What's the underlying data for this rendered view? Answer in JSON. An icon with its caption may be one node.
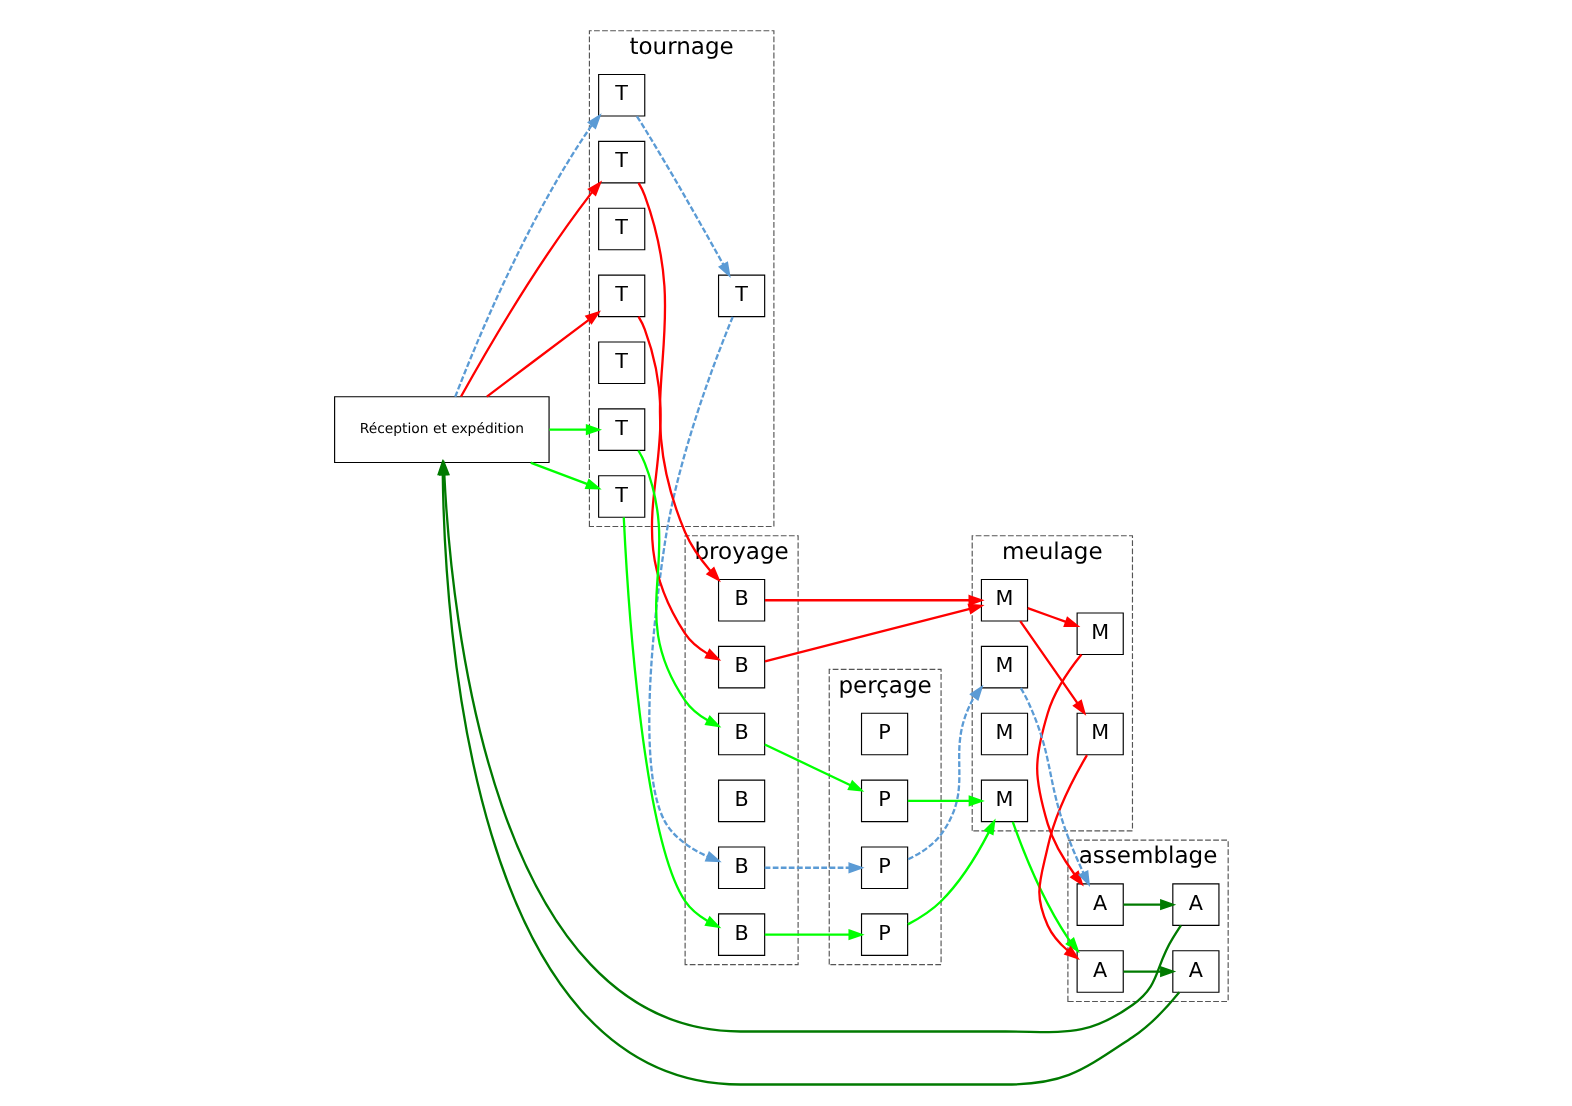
{
  "diagram": {
    "nodes": [
      {
        "text": [
          "tournage"
        ]
      },
      {
        "text": [
          "T"
        ],
        "in": 0
      },
      {
        "text": [
          "T"
        ],
        "in": 0
      },
      {
        "text": [
          "T"
        ],
        "in": 0
      },
      {
        "text": [
          "T"
        ],
        "in": 0
      },
      {
        "text": [
          "T"
        ],
        "in": 0
      },
      {
        "text": [
          "T"
        ],
        "in": 0
      },
      {
        "text": [
          "T"
        ],
        "in": 0
      },
      {
        "text": [
          "T"
        ],
        "in": 0
      },
      {
        "text": [
          "broyage"
        ]
      },
      {
        "text": [
          "B"
        ],
        "in": 9
      },
      {
        "text": [
          "B"
        ],
        "in": 9
      },
      {
        "text": [
          "B"
        ],
        "in": 9
      },
      {
        "text": [
          "B"
        ],
        "in": 9
      },
      {
        "text": [
          "B"
        ],
        "in": 9
      },
      {
        "text": [
          "B"
        ],
        "in": 9
      },
      {
        "text": [
          "perçage"
        ]
      },
      {
        "text": [
          "P"
        ],
        "in": 16
      },
      {
        "text": [
          "P"
        ],
        "in": 16
      },
      {
        "text": [
          "P"
        ],
        "in": 16
      },
      {
        "text": [
          "P"
        ],
        "in": 16
      },
      {
        "text": [
          "meulage"
        ]
      },
      {
        "text": [
          "M"
        ],
        "in": 21
      },
      {
        "text": [
          "M"
        ],
        "in": 21
      },
      {
        "text": [
          "M"
        ],
        "in": 21
      },
      {
        "text": [
          "M"
        ],
        "in": 21
      },
      {
        "text": [
          "M"
        ],
        "in": 21
      },
      {
        "text": [
          "M"
        ],
        "in": 21
      },
      {
        "text": [
          "assemblage"
        ]
      },
      {
        "text": [
          "A"
        ],
        "in": 28
      },
      {
        "text": [
          "A"
        ],
        "in": 28
      },
      {
        "text": [
          "A"
        ],
        "in": 28
      },
      {
        "text": [
          "A"
        ],
        "in": 28
      },
      {
        "text": [
          "Réception et expédition"
        ]
      }
    ],
    "edges": [
      {
        "from": 33,
        "to": 3,
        "arrow": "to",
        "style": "dashed",
        "color": "#5b9bd5"
      },
      {
        "from": 3,
        "to": 1,
        "arrow": "to",
        "style": "dashed",
        "color": "#5b9bd5"
      },
      {
        "from": 1,
        "to": 10,
        "arrow": "to",
        "style": "dashed",
        "color": "#5b9bd5"
      },
      {
        "from": 10,
        "to": 18,
        "arrow": "to",
        "style": "dashed",
        "color": "#5b9bd5"
      },
      {
        "from": 18,
        "to": 27,
        "arrow": "to",
        "style": "dashed",
        "color": "#5b9bd5"
      },
      {
        "from": 27,
        "to": 32,
        "arrow": "to",
        "style": "dashed",
        "color": "#5b9bd5"
      },
      {
        "from": 33,
        "to": 2,
        "arrow": "to",
        "color": "#ff0000"
      },
      {
        "from": 33,
        "to": 5,
        "arrow": "to",
        "color": "#ff0000"
      },
      {
        "from": 2,
        "to": 11,
        "arrow": "to",
        "color": "#ff0000"
      },
      {
        "from": 11,
        "to": 23,
        "arrow": "to",
        "color": "#ff0000"
      },
      {
        "from": 5,
        "to": 12,
        "arrow": "to",
        "color": "#ff0000"
      },
      {
        "from": 12,
        "to": 23,
        "arrow": "to",
        "color": "#ff0000"
      },
      {
        "from": 23,
        "to": 24,
        "arrow": "to",
        "color": "#ff0000"
      },
      {
        "from": 23,
        "to": 25,
        "arrow": "to",
        "color": "#ff0000"
      },
      {
        "from": 24,
        "to": 30,
        "arrow": "to",
        "color": "#ff0000"
      },
      {
        "from": 25,
        "to": 32,
        "arrow": "to",
        "color": "#ff0000"
      },
      {
        "from": 33,
        "to": 7,
        "arrow": "to",
        "color": "#00ff00"
      },
      {
        "from": 33,
        "to": 8,
        "arrow": "to",
        "color": "#00ff00"
      },
      {
        "from": 8,
        "to": 14,
        "arrow": "to",
        "color": "#00ff00"
      },
      {
        "from": 7,
        "to": 15,
        "arrow": "to",
        "color": "#00ff00"
      },
      {
        "from": 14,
        "to": 20,
        "arrow": "to",
        "color": "#00ff00"
      },
      {
        "from": 15,
        "to": 19,
        "arrow": "to",
        "color": "#00ff00"
      },
      {
        "from": 19,
        "to": 22,
        "arrow": "to",
        "color": "#00ff00"
      },
      {
        "from": 20,
        "to": 22,
        "arrow": "to",
        "color": "#00ff00"
      },
      {
        "from": 22,
        "to": 30,
        "arrow": "to",
        "color": "#00ff00"
      },
      {
        "from": 30,
        "to": 29,
        "arrow": "to",
        "color": "#007a00"
      },
      {
        "from": 29,
        "to": 33,
        "arrow": "to",
        "color": "#007a00"
      },
      {
        "from": 32,
        "to": 31,
        "arrow": "to",
        "color": "#007a00"
      },
      {
        "from": 31,
        "to": 33,
        "arrow": "to",
        "color": "#007a00"
      }
    ]
  }
}
